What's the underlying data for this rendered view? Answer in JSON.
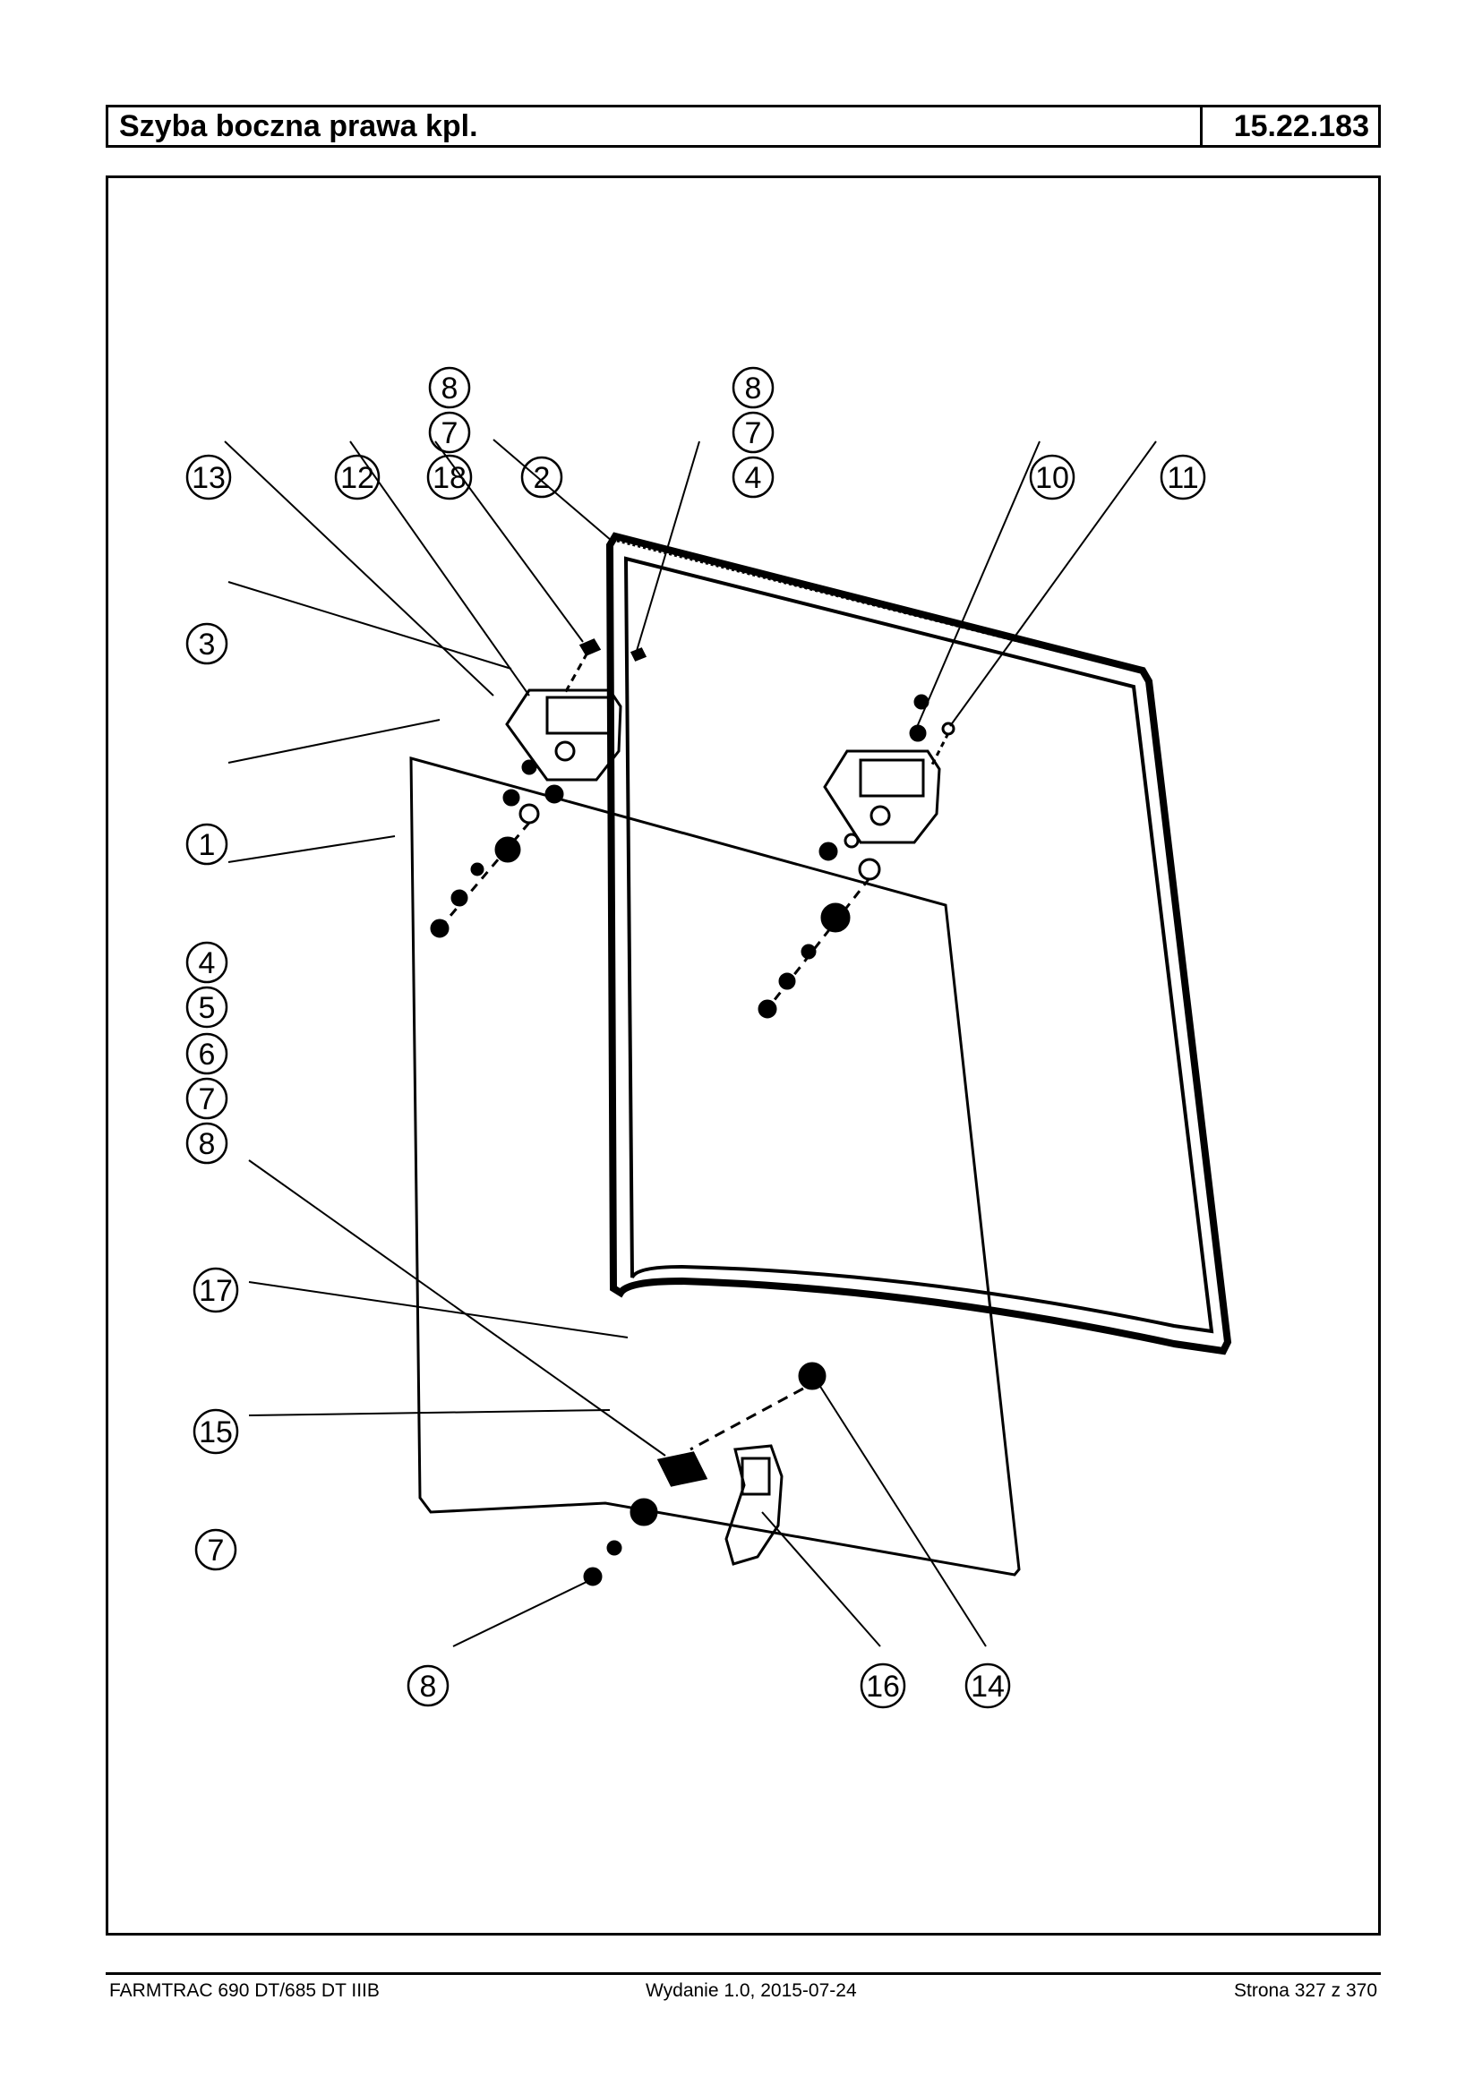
{
  "header": {
    "title": "Szyba boczna prawa kpl.",
    "code": "15.22.183"
  },
  "callouts": {
    "c13": "13",
    "c12": "12",
    "c18": "18",
    "c2": "2",
    "c4top": "4",
    "c10": "10",
    "c11": "11",
    "c8a": "8",
    "c7a": "7",
    "c8b": "8",
    "c7b": "7",
    "c3": "3",
    "c1": "1",
    "c4": "4",
    "c5": "5",
    "c6": "6",
    "c7": "7",
    "c8": "8",
    "c17": "17",
    "c15": "15",
    "c7low": "7",
    "c8low": "8",
    "c16": "16",
    "c14": "14"
  },
  "footer": {
    "model": "FARMTRAC 690 DT/685 DT IIIB",
    "edition": "Wydanie 1.0,  2015-07-24",
    "page": "Strona 327 z 370"
  }
}
